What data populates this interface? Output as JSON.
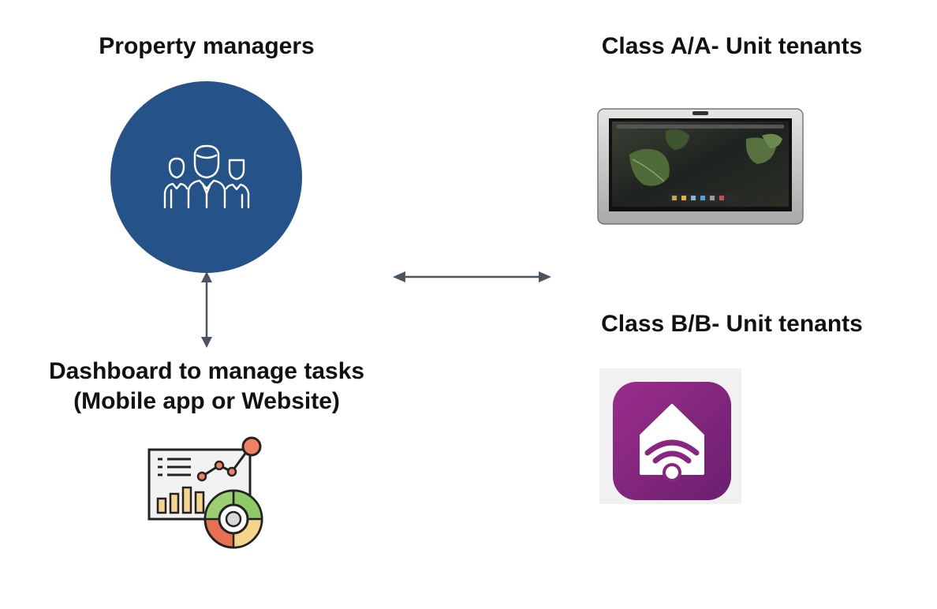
{
  "diagram": {
    "property_managers": {
      "label": "Property managers",
      "icon": "people-group-icon"
    },
    "dashboard": {
      "label_line1": "Dashboard to manage tasks",
      "label_line2": "(Mobile app or Website)",
      "icon": "analytics-dashboard-icon"
    },
    "class_a": {
      "label": "Class A/A- Unit tenants",
      "image": "smart-tablet-image"
    },
    "class_b": {
      "label": "Class B/B- Unit tenants",
      "image": "smart-home-app-icon"
    },
    "connectors": [
      {
        "from": "property_managers",
        "to": "dashboard",
        "style": "double-arrow"
      },
      {
        "from": "property_managers",
        "to": "tenants",
        "style": "double-arrow"
      }
    ]
  },
  "colors": {
    "circle": "#245289",
    "arrow": "#4a5463",
    "app_gradient_start": "#9b2d8c",
    "app_gradient_end": "#6a1f6f"
  }
}
